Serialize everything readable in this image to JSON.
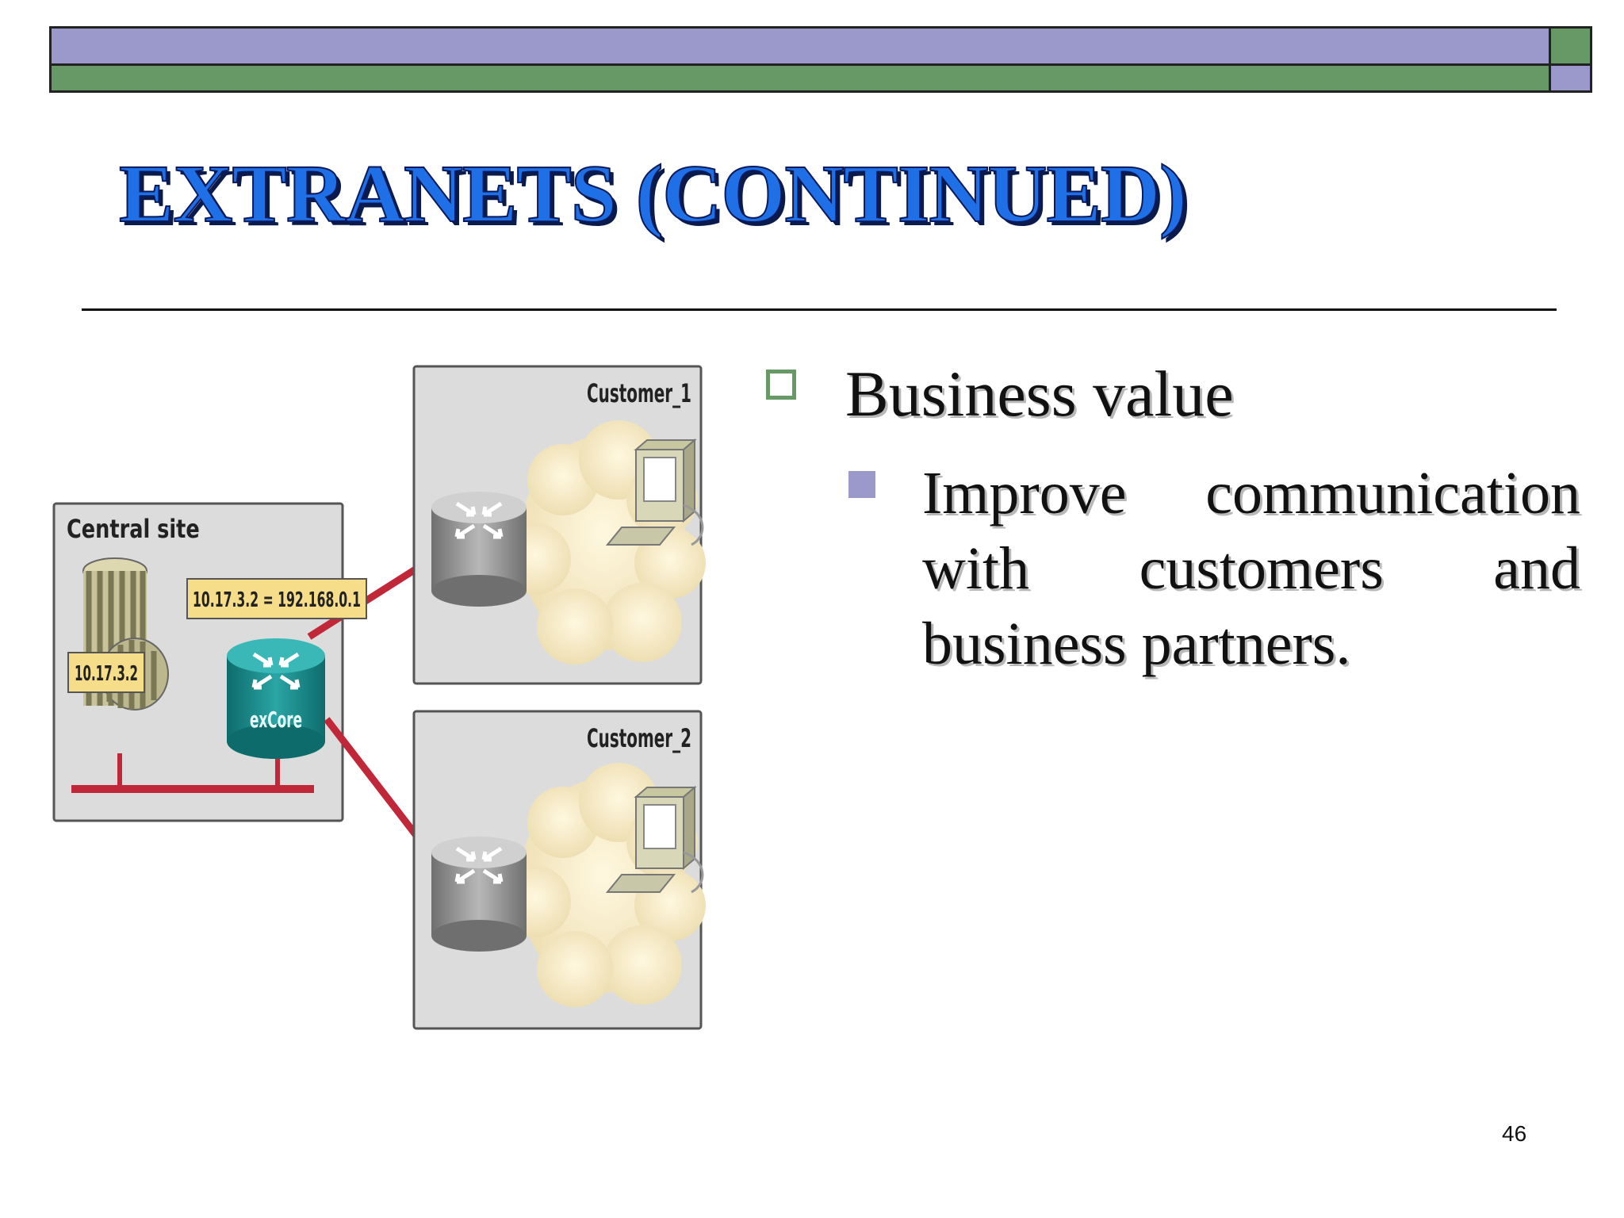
{
  "slide": {
    "title": "EXTRANETS (CONTINUED)",
    "bullets": [
      {
        "text": "Business value",
        "sub": [
          {
            "text": "Improve communication with customers and business partners."
          }
        ]
      }
    ],
    "page_number": "46"
  },
  "diagram": {
    "central_site_label": "Central site",
    "server_ip": "10.17.3.2",
    "nat_mapping": "10.17.3.2 = 192.168.0.1",
    "router_label": "exCore",
    "customer_1_label": "Customer_1",
    "customer_2_label": "Customer_2"
  },
  "colors": {
    "title": "#1f6fe6",
    "bar_purple": "#9b99cc",
    "bar_green": "#669966",
    "link_red": "#c0283a",
    "router_teal": "#1a8c8c"
  }
}
